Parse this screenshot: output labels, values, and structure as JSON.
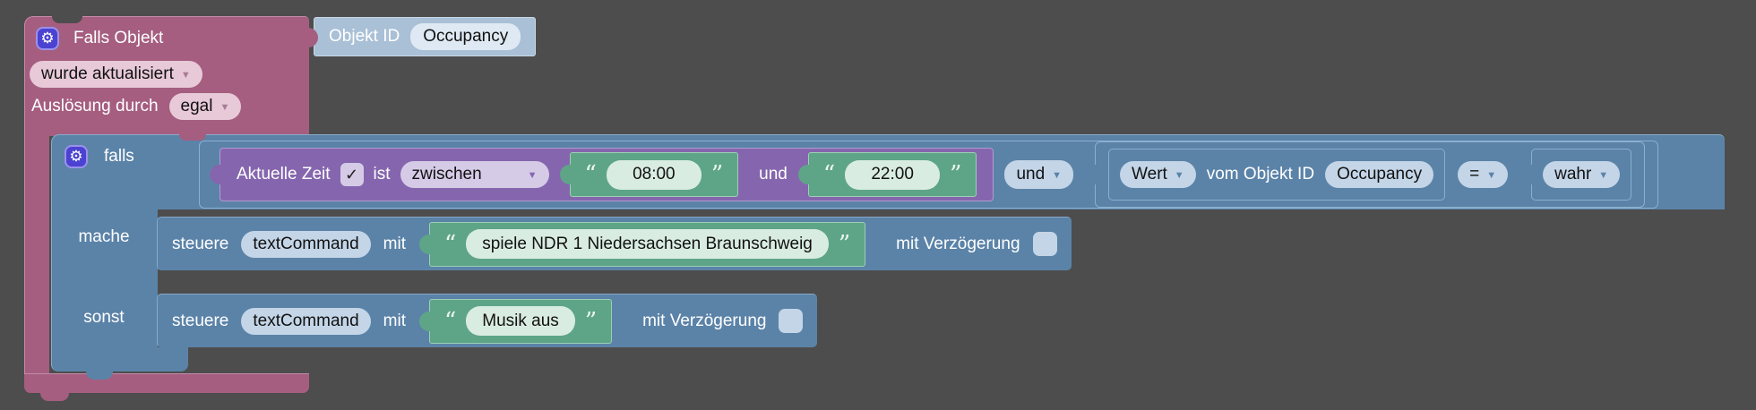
{
  "colors": {
    "background": "#4d4d4d",
    "trigger_block": "#a55e80",
    "blue_block": "#5b83a8",
    "purple_block": "#8566ae",
    "green_string_block": "#5ea587",
    "object_value_block": "#a9c0d6",
    "gear_icon": "#4b42d2"
  },
  "blocks": {
    "trigger": {
      "title": "Falls Objekt",
      "object_label": "Objekt ID",
      "object_value": "Occupancy",
      "event_dropdown": "wurde aktualisiert",
      "trigger_label": "Auslösung durch",
      "trigger_value": "egal"
    },
    "if": {
      "if_label": "falls",
      "do_label": "mache",
      "else_label": "sonst"
    },
    "time": {
      "label": "Aktuelle Zeit",
      "check": "✓",
      "ist": "ist",
      "mode": "zwischen",
      "from": "08:00",
      "and": "und",
      "to": "22:00"
    },
    "logic": {
      "op": "und"
    },
    "compare": {
      "attr": "Wert",
      "source": "vom Objekt ID",
      "object": "Occupancy",
      "cmp": "=",
      "value": "wahr"
    },
    "do": {
      "verb": "steuere",
      "target": "textCommand",
      "with": "mit",
      "text": "spiele NDR 1 Niedersachsen Braunschweig",
      "delay": "mit Verzögerung"
    },
    "else": {
      "verb": "steuere",
      "target": "textCommand",
      "with": "mit",
      "text": "Musik aus",
      "delay": "mit Verzögerung"
    }
  },
  "icons": {
    "gear": "⚙",
    "arrow": "▼",
    "quote_open": "“",
    "quote_close": "”"
  }
}
